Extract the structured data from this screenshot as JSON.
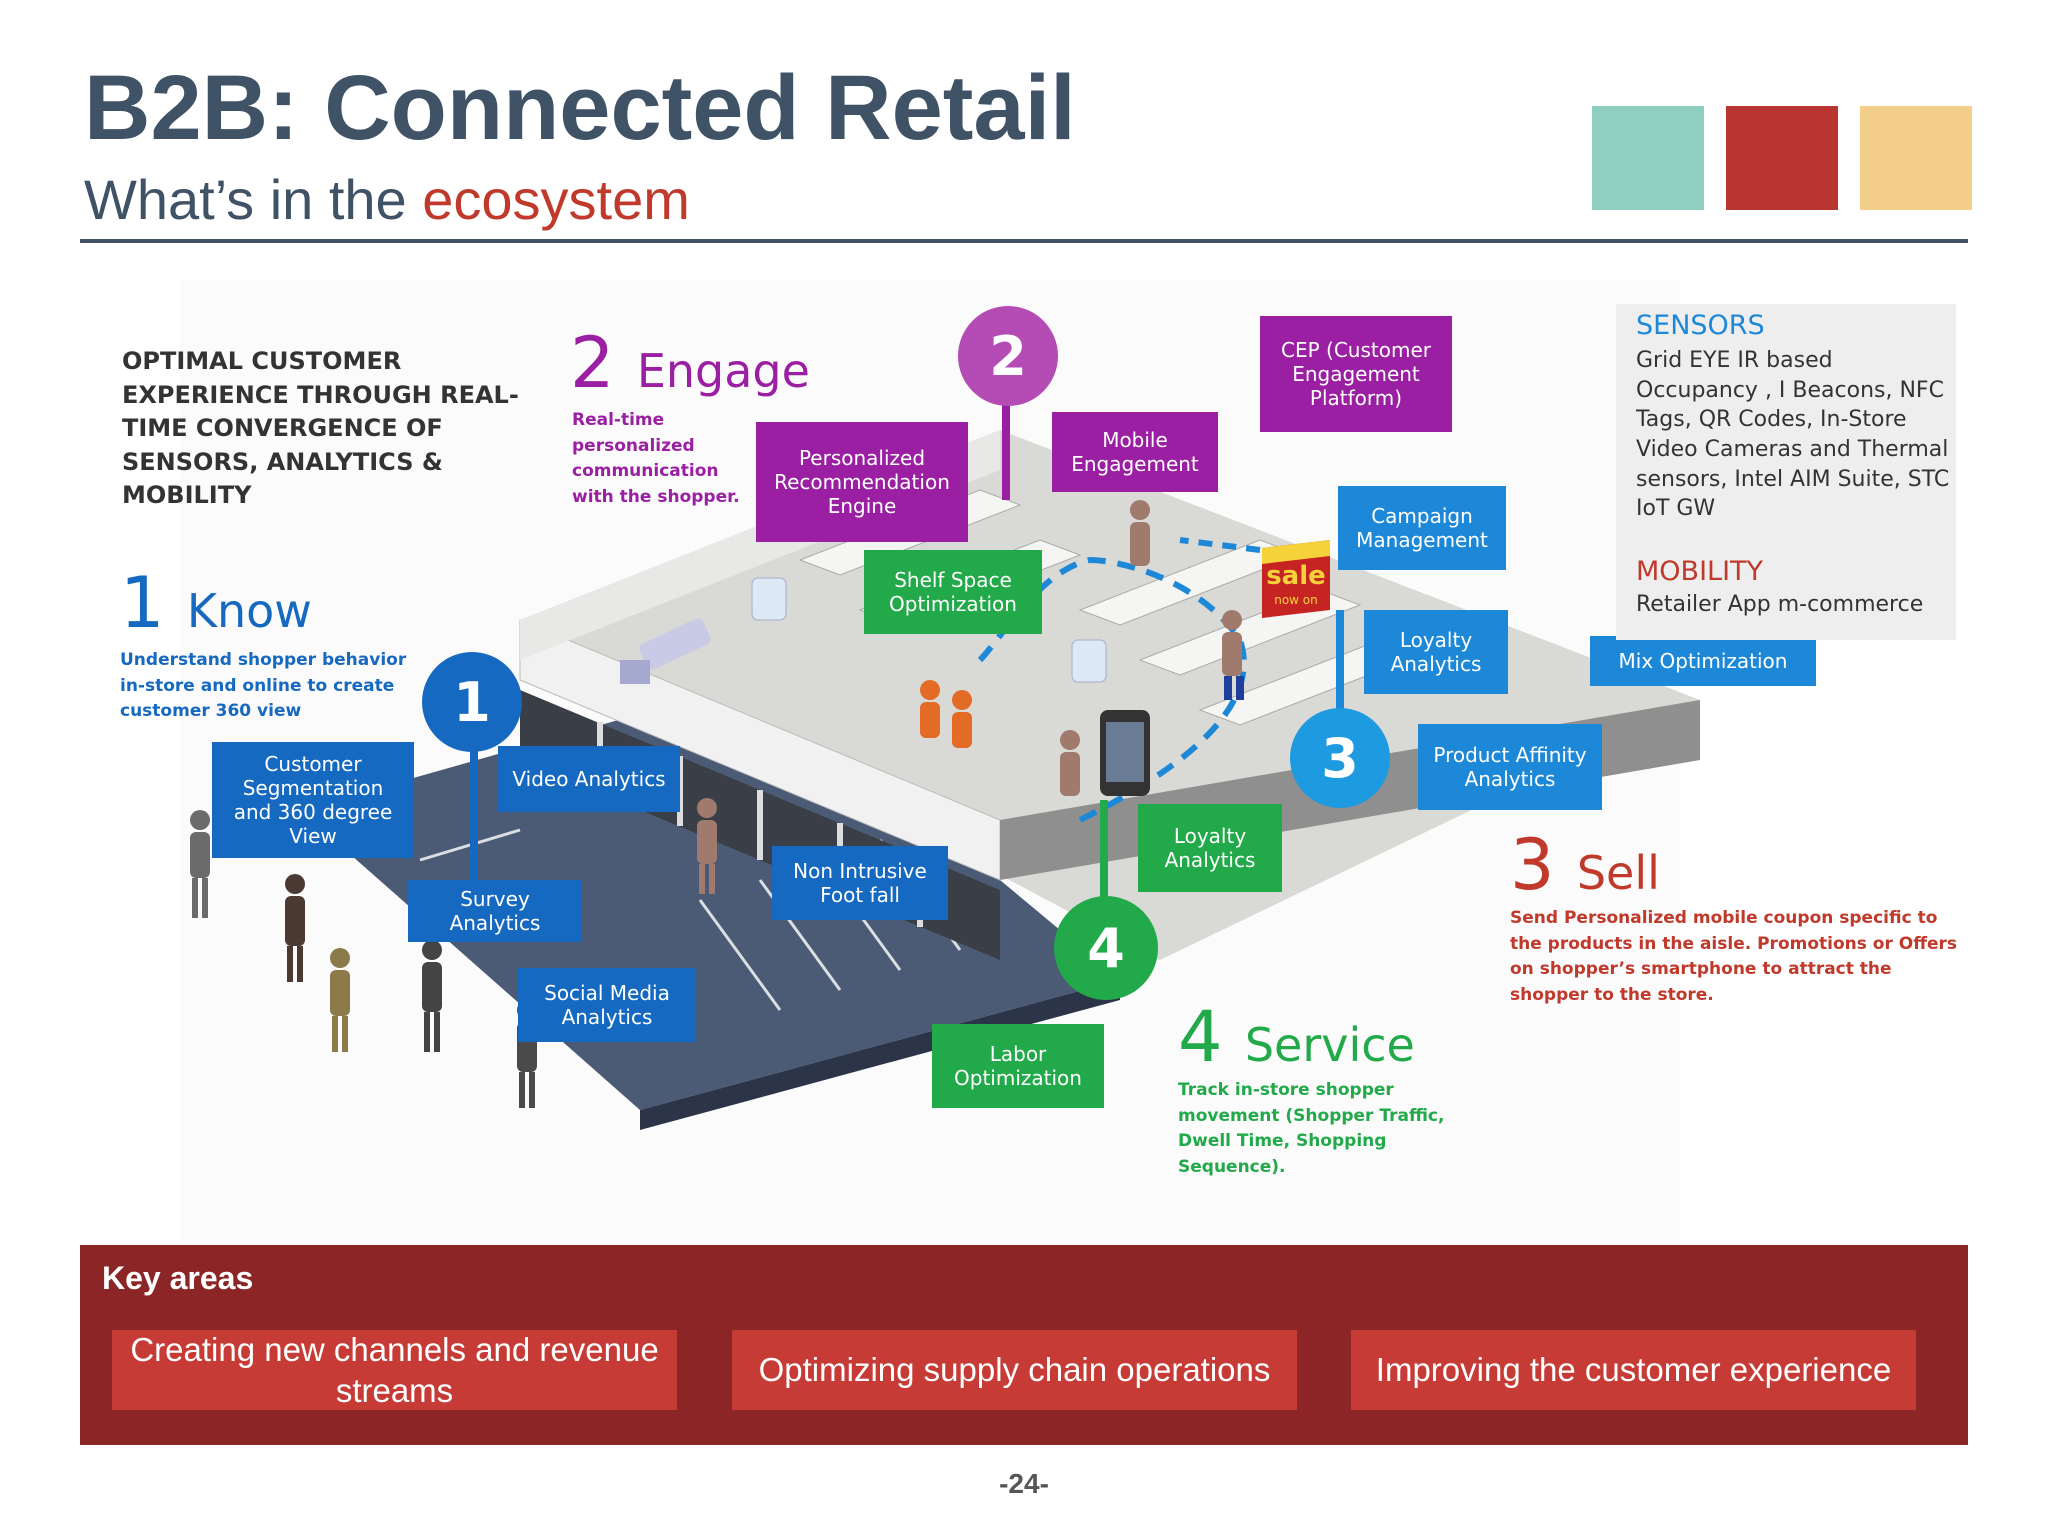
{
  "header": {
    "title": "B2B: Connected Retail",
    "subtitle_prefix": "What’s in the ",
    "subtitle_accent": "ecosystem"
  },
  "colors": {
    "header_text": "#3f5266",
    "accent_red": "#c0392b",
    "square_teal": "#8ecfbf",
    "square_red": "#b83531",
    "square_yellow": "#f4cf8c",
    "callout_blue": "#1e88d8",
    "callout_green": "#22a94a",
    "callout_purple": "#9a1fa3",
    "panel_dark_red": "#8b2526",
    "panel_box_red": "#c63b35"
  },
  "diagram": {
    "intro": "OPTIMAL CUSTOMER EXPERIENCE THROUGH REAL-TIME CONVERGENCE OF SENSORS, ANALYTICS & MOBILITY",
    "steps": [
      {
        "num": "1",
        "title": "Know",
        "desc": "Understand shopper behavior in-store and online to create customer 360 view"
      },
      {
        "num": "2",
        "title": "Engage",
        "desc": "Real-time personalized communication with the shopper."
      },
      {
        "num": "3",
        "title": "Sell",
        "desc": "Send Personalized mobile coupon specific to the products in the aisle. Promotions or Offers on shopper’s smartphone to attract the shopper to the store."
      },
      {
        "num": "4",
        "title": "Service",
        "desc": "Track in-store shopper movement (Shopper Traffic, Dwell Time, Shopping Sequence)."
      }
    ],
    "callouts": {
      "customer_segmentation": "Customer Segmentation and 360 degree View",
      "video_analytics": "Video Analytics",
      "survey_analytics": "Survey Analytics",
      "social_media": "Social Media Analytics",
      "non_intrusive": "Non Intrusive Foot fall",
      "personalized_rec": "Personalized Recommendation Engine",
      "shelf_space": "Shelf Space Optimization",
      "mobile_engagement": "Mobile Engagement",
      "cep": "CEP (Customer Engagement Platform)",
      "campaign": "Campaign Management",
      "loyalty_top": "Loyalty Analytics",
      "mix_optimization": "Mix Optimization",
      "product_affinity": "Product Affinity Analytics",
      "loyalty_bottom": "Loyalty Analytics",
      "labor": "Labor Optimization"
    },
    "sale_sign": "sale",
    "sale_small": "now on",
    "sensors_box": {
      "sensors_head": "SENSORS",
      "sensors_text": "Grid EYE IR based Occupancy , I Beacons, NFC Tags, QR Codes, In-Store Video Cameras and Thermal sensors, Intel AIM Suite, STC IoT GW",
      "mobility_head": "MOBILITY",
      "mobility_text": "Retailer App m-commerce"
    }
  },
  "key_areas": {
    "title": "Key areas",
    "items": [
      "Creating new channels and revenue streams",
      "Optimizing supply chain operations",
      "Improving the customer experience"
    ]
  },
  "footer": {
    "page": "-24-"
  }
}
